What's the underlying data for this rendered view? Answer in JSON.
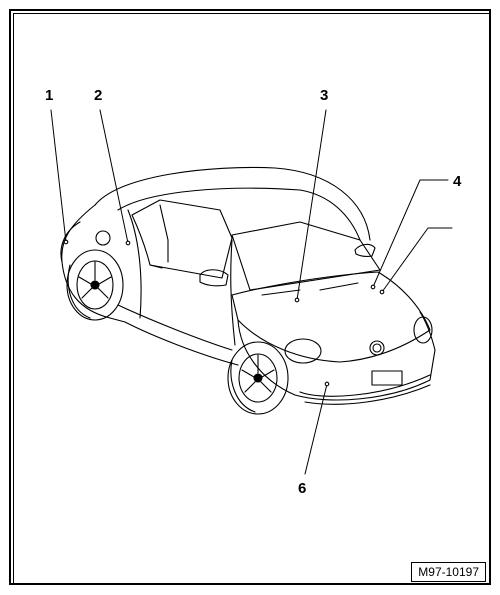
{
  "figure": {
    "callouts": [
      {
        "id": "1",
        "label": "1"
      },
      {
        "id": "2",
        "label": "2"
      },
      {
        "id": "3",
        "label": "3"
      },
      {
        "id": "4",
        "label": "4"
      },
      {
        "id": "6",
        "label": "6"
      }
    ],
    "figure_code": "M97-10197",
    "subject_icon": "car-line-drawing",
    "colors": {
      "line": "#000000",
      "background": "#ffffff"
    }
  }
}
